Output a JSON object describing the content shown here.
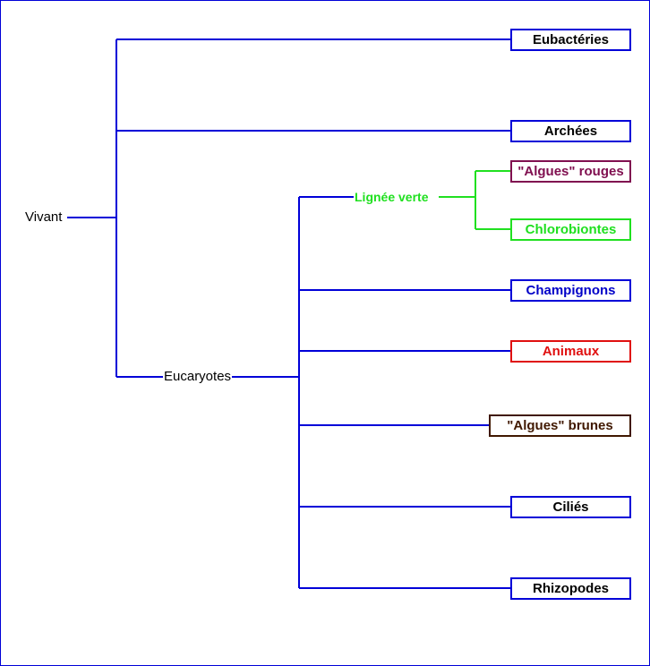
{
  "root": {
    "label": "Vivant"
  },
  "eucaryotes": {
    "label": "Eucaryotes"
  },
  "lignee_verte": {
    "label": "Lignée verte"
  },
  "leaves": {
    "eubacteries": "Eubactéries",
    "archees": "Archées",
    "algues_rouges": "\"Algues\" rouges",
    "chlorobiontes": "Chlorobiontes",
    "champignons": "Champignons",
    "animaux": "Animaux",
    "algues_brunes": "\"Algues\" brunes",
    "cilies": "Ciliés",
    "rhizopodes": "Rhizopodes"
  },
  "colors": {
    "default_line": "#0000d8",
    "green": "#20e020",
    "red": "#e01010",
    "purple": "#801050",
    "brown": "#401800",
    "blue_text": "#0000c8"
  }
}
